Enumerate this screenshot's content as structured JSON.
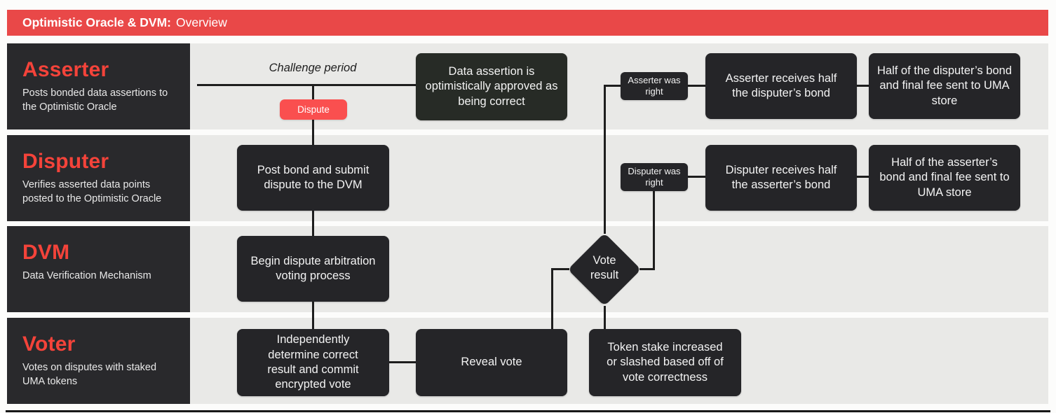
{
  "header": {
    "title_bold": "Optimistic Oracle & DVM:",
    "title_rest": "Overview"
  },
  "lanes": [
    {
      "title": "Asserter",
      "description": "Posts bonded data assertions to the Optimistic Oracle"
    },
    {
      "title": "Disputer",
      "description": "Verifies asserted data points posted to the Optimistic Oracle"
    },
    {
      "title": "DVM",
      "description": "Data Verification Mechanism"
    },
    {
      "title": "Voter",
      "description": "Votes on disputes with staked UMA tokens"
    }
  ],
  "flow": {
    "challenge_period_label": "Challenge period",
    "dispute_button": "Dispute",
    "data_assertion": "Data assertion is optimistically approved as being correct",
    "asserter_was_right": "Asserter was right",
    "asserter_receives": "Asserter receives half the disputer’s bond",
    "disputer_bond_to_store": "Half of the disputer’s bond and final fee sent to UMA store",
    "post_bond": "Post bond and submit dispute to the DVM",
    "disputer_was_right": "Disputer was right",
    "disputer_receives": "Disputer receives half the asserter’s bond",
    "asserter_bond_to_store": "Half of the asserter’s bond and final fee sent to UMA store",
    "begin_arbitration": "Begin dispute arbitration voting process",
    "vote_result": "Vote result",
    "commit_vote": "Independently determine correct result and commit encrypted vote",
    "reveal_vote": "Reveal vote",
    "token_stake": "Token stake increased or slashed based off of vote correctness"
  },
  "colors": {
    "banner_red": "#e94848",
    "accent_red": "#f4433a",
    "dispute_button_red": "#fa4f4f",
    "node_dark": "#252528",
    "label_box_dark": "#29292c",
    "approved_node_dark": "#272b26",
    "lane_gray": "#e9e9e7",
    "line_dark": "#1e1e1e"
  }
}
